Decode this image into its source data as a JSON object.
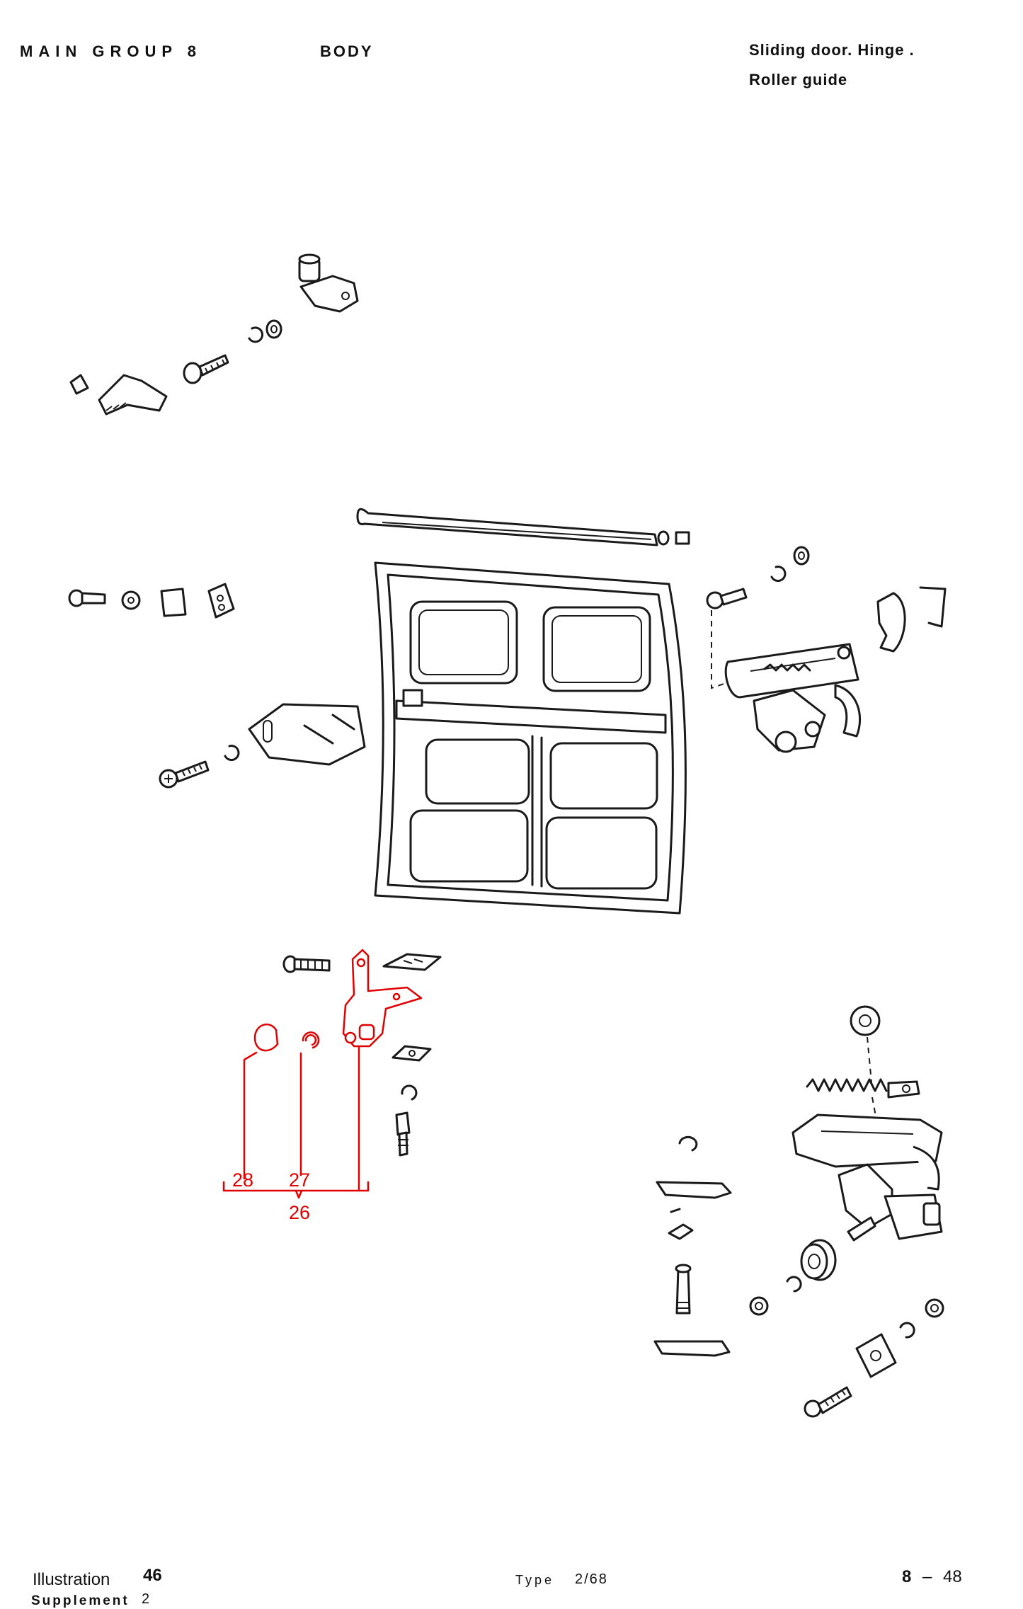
{
  "header": {
    "main_group": "MAIN GROUP 8",
    "section": "BODY",
    "title_line1": "Sliding door. Hinge .",
    "title_line2": "Roller guide"
  },
  "callouts": {
    "c28": "28",
    "c27": "27",
    "c26": "26"
  },
  "footer": {
    "illustration_label": "Illustration",
    "illustration_number": "46",
    "supplement_label": "Supplement",
    "supplement_number": "2",
    "type_label": "Type",
    "type_value": "2/68",
    "page_group": "8",
    "page_separator": "–",
    "page_number": "48"
  },
  "colors": {
    "ink": "#1a1a1a",
    "highlight": "#e00000",
    "background": "#ffffff"
  }
}
